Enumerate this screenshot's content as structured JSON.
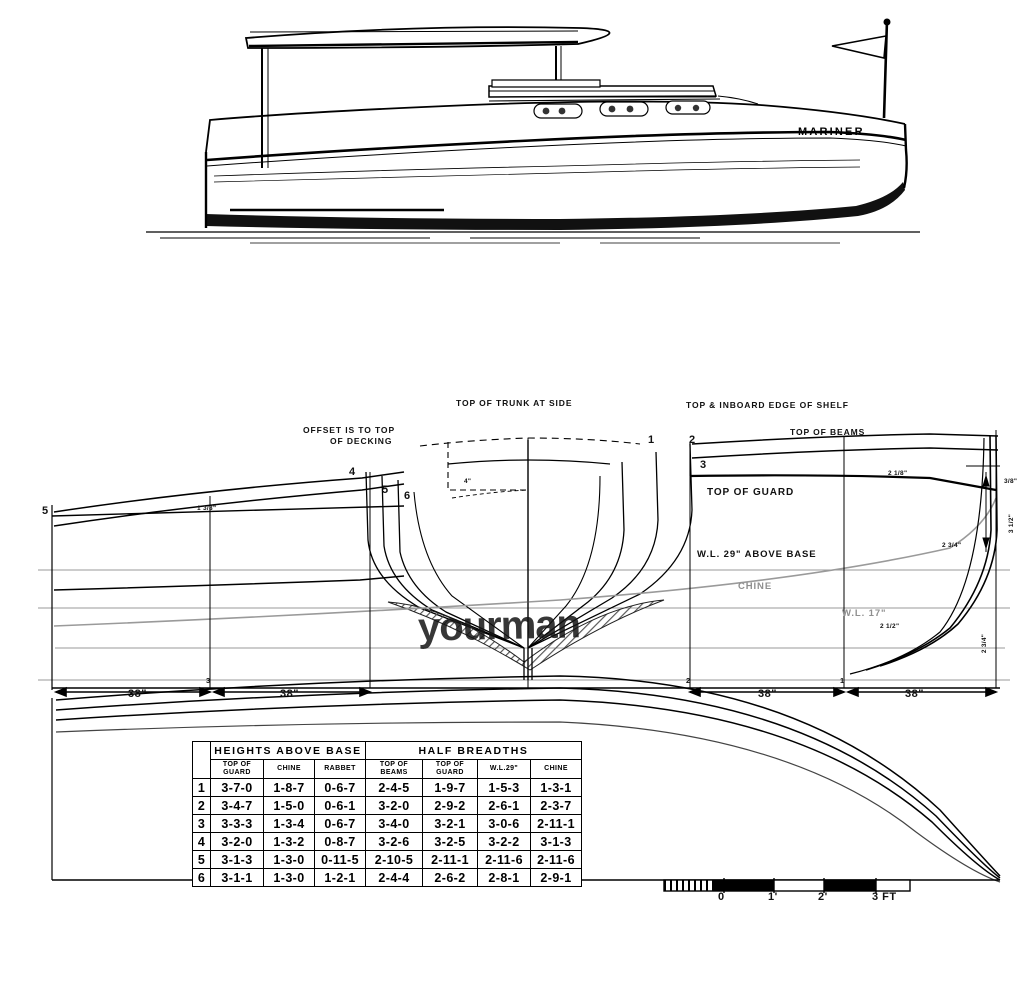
{
  "drawing": {
    "title": "MARINER",
    "hull_name": "MARINER",
    "watermark": "yourman"
  },
  "profile": {
    "boat_name": "MARINER"
  },
  "annotations": {
    "top_of_trunk": "TOP OF TRUNK AT SIDE",
    "offset_note_line1": "OFFSET IS TO TOP",
    "offset_note_line2": "OF DECKING",
    "shelf": "TOP & INBOARD  EDGE OF SHELF",
    "top_of_beams": "TOP OF BEAMS",
    "top_of_guard": "TOP OF GUARD",
    "wl29": "W.L. 29\" ABOVE BASE",
    "chine": "CHINE",
    "wl17": "W.L. 17\""
  },
  "dimensions": {
    "station_spacing": [
      "38\"",
      "38\"",
      "38\"",
      "38\""
    ],
    "right_edge": [
      "2 3/4\"",
      "3/8\"",
      "3 1/2\"",
      "2 1/2\"",
      "2 3/4\""
    ],
    "trunk_height": "4\"",
    "beam_height": "2 1/8\"",
    "deck_height": "1 3/8\""
  },
  "stations": {
    "left": [
      "5",
      "4",
      "5",
      "6"
    ],
    "body": [
      "1",
      "2",
      "3"
    ],
    "dim_marks": [
      "3",
      "2",
      "1"
    ]
  },
  "scale": {
    "ticks": [
      "0",
      "1'",
      "2'",
      "3 FT"
    ]
  },
  "offsets_table": {
    "group_headers": [
      "HEIGHTS ABOVE BASE",
      "HALF  BREADTHS"
    ],
    "columns": [
      "TOP OF GUARD",
      "CHINE",
      "RABBET",
      "TOP OF BEAMS",
      "TOP OF GUARD",
      "W.L.29\"",
      "CHINE"
    ],
    "rows": [
      {
        "station": "1",
        "values": [
          "3-7-0",
          "1-8-7",
          "0-6-7",
          "2-4-5",
          "1-9-7",
          "1-5-3",
          "1-3-1"
        ]
      },
      {
        "station": "2",
        "values": [
          "3-4-7",
          "1-5-0",
          "0-6-1",
          "3-2-0",
          "2-9-2",
          "2-6-1",
          "2-3-7"
        ]
      },
      {
        "station": "3",
        "values": [
          "3-3-3",
          "1-3-4",
          "0-6-7",
          "3-4-0",
          "3-2-1",
          "3-0-6",
          "2-11-1"
        ]
      },
      {
        "station": "4",
        "values": [
          "3-2-0",
          "1-3-2",
          "0-8-7",
          "3-2-6",
          "3-2-5",
          "3-2-2",
          "3-1-3"
        ]
      },
      {
        "station": "5",
        "values": [
          "3-1-3",
          "1-3-0",
          "0-11-5",
          "2-10-5",
          "2-11-1",
          "2-11-6",
          "2-11-6"
        ]
      },
      {
        "station": "6",
        "values": [
          "3-1-1",
          "1-3-0",
          "1-2-1",
          "2-4-4",
          "2-6-2",
          "2-8-1",
          "2-9-1"
        ]
      }
    ]
  },
  "colors": {
    "ink": "#000000",
    "gray_line": "#9a9a9a",
    "paper": "#ffffff"
  }
}
